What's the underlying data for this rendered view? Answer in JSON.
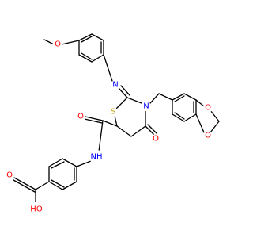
{
  "molecule": {
    "atoms": {
      "methoxy_O": "O",
      "imine_N": "N",
      "ring_S": "S",
      "ring_N": "N",
      "dioxole_O_top": "O",
      "dioxole_O_bottom": "O",
      "ring_ketone_O": "O",
      "amide_O": "O",
      "amide_NH": "NH",
      "carboxyl_O": "O",
      "carboxyl_OH": "HO"
    },
    "colors": {
      "oxygen": "#ff0000",
      "nitrogen": "#0000ff",
      "sulfur": "#b8a000",
      "bond": "#000000"
    }
  }
}
